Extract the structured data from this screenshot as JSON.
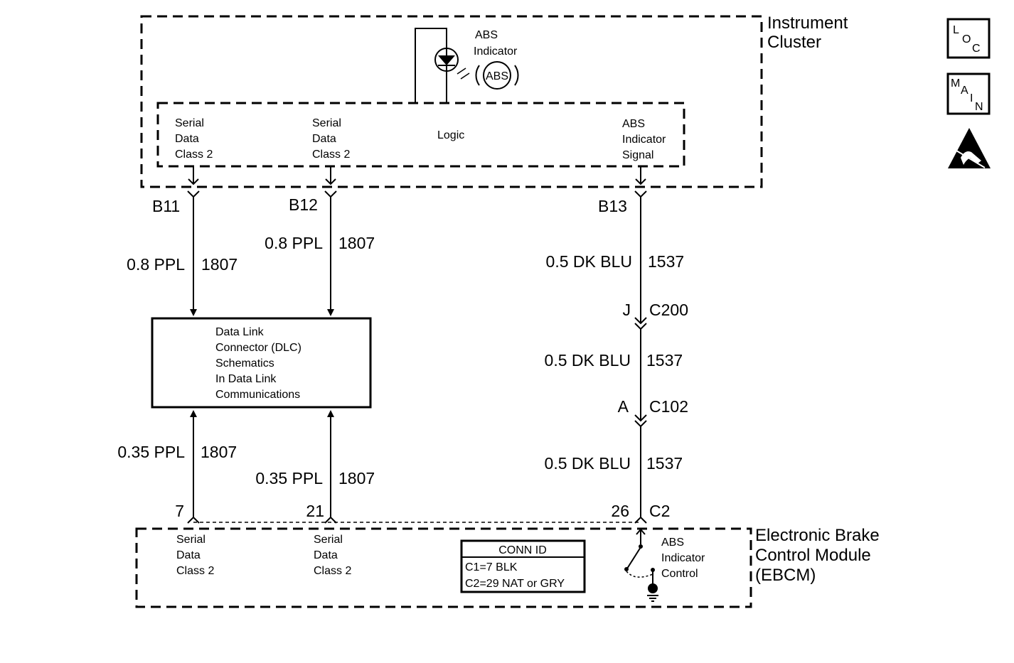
{
  "components": {
    "instrument_cluster": {
      "title_line1": "Instrument",
      "title_line2": "Cluster"
    },
    "abs_indicator": {
      "label_line1": "ABS",
      "label_line2": "Indicator",
      "lamp_text": "ABS"
    },
    "cluster_logic": {
      "serial_left": [
        "Serial",
        "Data",
        "Class 2"
      ],
      "serial_right": [
        "Serial",
        "Data",
        "Class 2"
      ],
      "logic": "Logic",
      "abs_signal": [
        "ABS",
        "Indicator",
        "Signal"
      ]
    },
    "dlc": {
      "lines": [
        "Data Link",
        "Connector (DLC)",
        "Schematics",
        "In Data Link",
        "Communications"
      ]
    },
    "ebcm": {
      "title_line1": "Electronic Brake",
      "title_line2": "Control Module",
      "title_line3": "(EBCM)",
      "serial_left": [
        "Serial",
        "Data",
        "Class 2"
      ],
      "serial_right": [
        "Serial",
        "Data",
        "Class 2"
      ],
      "abs_control": [
        "ABS",
        "Indicator",
        "Control"
      ]
    },
    "conn_id": {
      "header": "CONN ID",
      "c1": "C1=7 BLK",
      "c2": "C2=29 NAT or GRY"
    }
  },
  "pins": {
    "b11": "B11",
    "b12": "B12",
    "b13": "B13",
    "p7": "7",
    "p21": "21",
    "p26": "26",
    "c2": "C2"
  },
  "connectors": {
    "j": "J",
    "c200": "C200",
    "a": "A",
    "c102": "C102"
  },
  "wires": {
    "w1_size": "0.8 PPL",
    "w1_circ": "1807",
    "w2_size": "0.8 PPL",
    "w2_circ": "1807",
    "w3_size": "0.35 PPL",
    "w3_circ": "1807",
    "w4_size": "0.35 PPL",
    "w4_circ": "1807",
    "w5_size": "0.5 DK BLU",
    "w5_circ": "1537",
    "w6_size": "0.5 DK BLU",
    "w6_circ": "1537",
    "w7_size": "0.5 DK BLU",
    "w7_circ": "1537"
  },
  "icons": {
    "loc": {
      "name": "loc-icon",
      "letters": [
        "L",
        "O",
        "C"
      ]
    },
    "main": {
      "name": "main-icon",
      "letters": [
        "M",
        "A",
        "I",
        "N"
      ]
    },
    "esd": {
      "name": "esd-warning-icon"
    }
  }
}
